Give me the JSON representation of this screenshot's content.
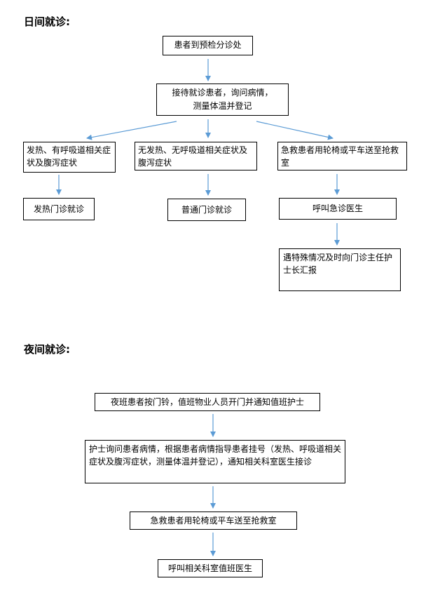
{
  "day": {
    "title": "日间就诊:",
    "nodes": {
      "arrive": "患者到预检分诊处",
      "reception_line1": "接待就诊患者，询问病情，",
      "reception_line2": "测量体温并登记",
      "fever_symptoms": "发热、有呼吸道相关症状及腹泻症状",
      "no_fever": "无发热、无呼吸道相关症状及腹泻症状",
      "emergency_transfer": "急救患者用轮椅或平车送至抢救室",
      "fever_clinic": "发热门诊就诊",
      "general_clinic": "普通门诊就诊",
      "call_er_doctor": "呼叫急诊医生",
      "report_special": "遇特殊情况及时向门诊主任护士长汇报"
    }
  },
  "night": {
    "title": "夜间就诊:",
    "nodes": {
      "night_arrival": "夜班患者按门铃，值班物业人员开门并通知值班护士",
      "nurse_triage": "护士询问患者病情，根据患者病情指导患者挂号（发热、呼吸道相关症状及腹泻症状，测量体温并登记），通知相关科室医生接诊",
      "emergency_transfer": "急救患者用轮椅或平车送至抢救室",
      "call_duty_doctor": "呼叫相关科室值班医生"
    }
  },
  "colors": {
    "arrow": "#5b9bd5",
    "border": "#000000",
    "text": "#000000"
  }
}
